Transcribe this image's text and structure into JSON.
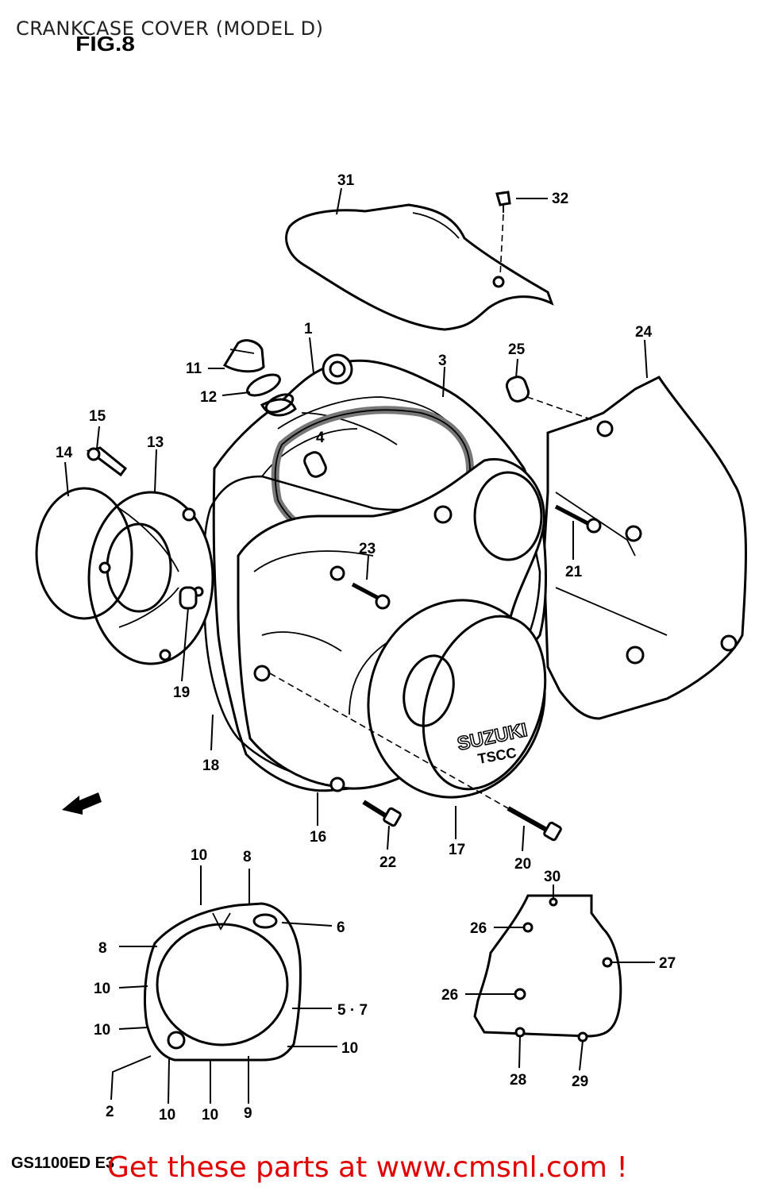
{
  "title": "CRANKCASE COVER (MODEL D)",
  "figure_label": "FIG.8",
  "model_code": "GS1100ED E3",
  "cta": "Get these parts at www.cmsnl.com !",
  "emblem_text": [
    "SUZUKI",
    "TSCC"
  ],
  "callouts": {
    "c1": "1",
    "c2": "2",
    "c3": "3",
    "c4": "4",
    "c8a": "8",
    "c8b": "8",
    "c6": "6",
    "c57": "5 · 7",
    "c9": "9",
    "c10a": "10",
    "c10b": "10",
    "c10c": "10",
    "c10d": "10",
    "c10e": "10",
    "c10f": "10",
    "c11": "11",
    "c12": "12",
    "c13": "13",
    "c14": "14",
    "c15": "15",
    "c16": "16",
    "c17": "17",
    "c18": "18",
    "c19": "19",
    "c20": "20",
    "c21": "21",
    "c22": "22",
    "c23": "23",
    "c24": "24",
    "c25": "25",
    "c26a": "26",
    "c26b": "26",
    "c27": "27",
    "c28": "28",
    "c29": "29",
    "c30": "30",
    "c31": "31",
    "c32": "32"
  }
}
